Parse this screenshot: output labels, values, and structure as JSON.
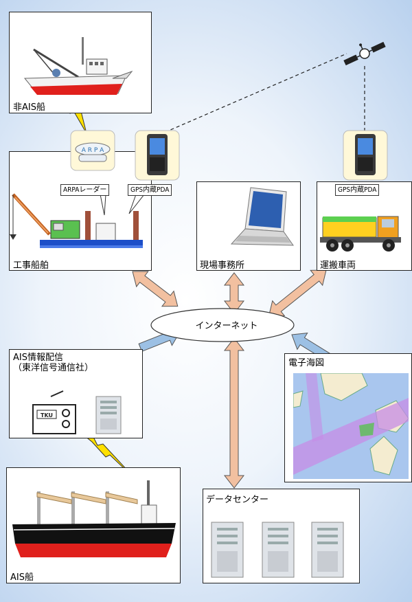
{
  "colors": {
    "arrow_orange": "#f2c0a0",
    "arrow_blue": "#9cc0e4",
    "lightning": "#ffe000",
    "hull_red": "#e0201c",
    "sea_chart": "#a9c6ee",
    "route_purple": "#c78ce6"
  },
  "boxes": {
    "non_ais_ship": "非AIS船",
    "construction_ship": "工事船舶",
    "site_office": "現場事務所",
    "transport_vehicle": "運搬車両",
    "ais_distribution": "AIS情報配信\n（東洋信号通信社）",
    "electronic_chart": "電子海図",
    "ais_ship": "AIS船",
    "data_center": "データセンター"
  },
  "callouts": {
    "arpa_radar": "ARPAレーダー",
    "gps_pda_ship": "GPS内蔵PDA",
    "gps_pda_vehicle": "GPS内蔵PDA"
  },
  "hub": {
    "internet": "インターネット"
  },
  "device_text": {
    "radar_face": "A R P A",
    "radio_face": "TKU"
  },
  "icons": [
    "satellite-icon",
    "pda-icon",
    "radar-icon",
    "crane-barge-icon",
    "laptop-icon",
    "dump-truck-icon",
    "server-icon",
    "radio-icon",
    "cargo-ship-icon",
    "fishing-boat-icon",
    "lightning-icon"
  ]
}
